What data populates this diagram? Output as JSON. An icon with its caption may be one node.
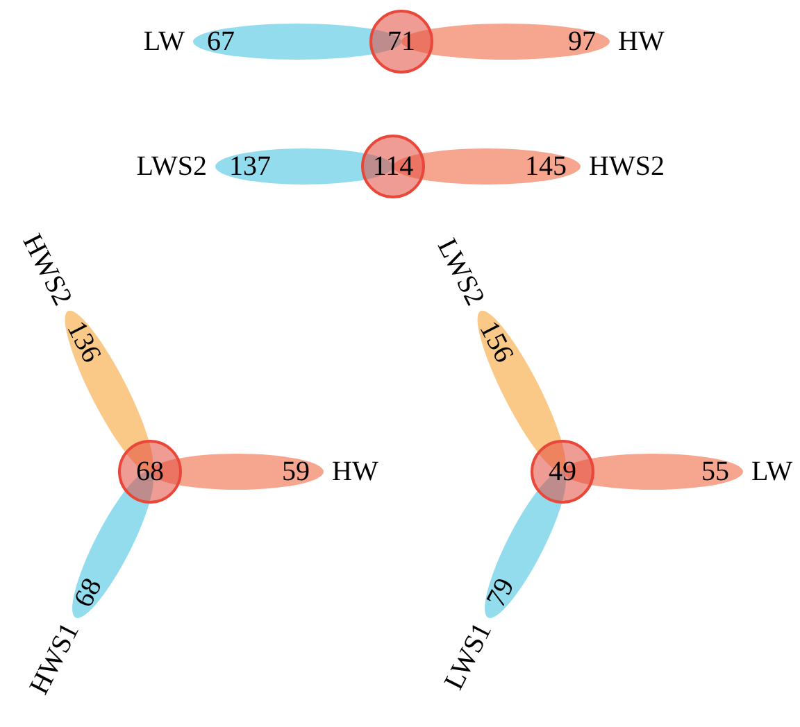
{
  "diagram": {
    "nodes": [
      {
        "text": [
          "LW",
          "67"
        ]
      },
      {
        "text": [
          "71"
        ]
      },
      {
        "text": [
          "97",
          "HW"
        ]
      },
      {
        "text": [
          "LWS2",
          "137"
        ]
      },
      {
        "text": [
          "114"
        ]
      },
      {
        "text": [
          "145",
          "HWS2"
        ]
      },
      {
        "text": [
          "HWS2",
          "136"
        ]
      },
      {
        "text": [
          "68"
        ]
      },
      {
        "text": [
          "59",
          "HW"
        ]
      },
      {
        "text": [
          "68",
          "HWS1"
        ]
      },
      {
        "text": [
          "LWS2",
          "156"
        ]
      },
      {
        "text": [
          "49"
        ]
      },
      {
        "text": [
          "55",
          "LW"
        ]
      },
      {
        "text": [
          "79",
          "LWS1"
        ]
      }
    ]
  }
}
